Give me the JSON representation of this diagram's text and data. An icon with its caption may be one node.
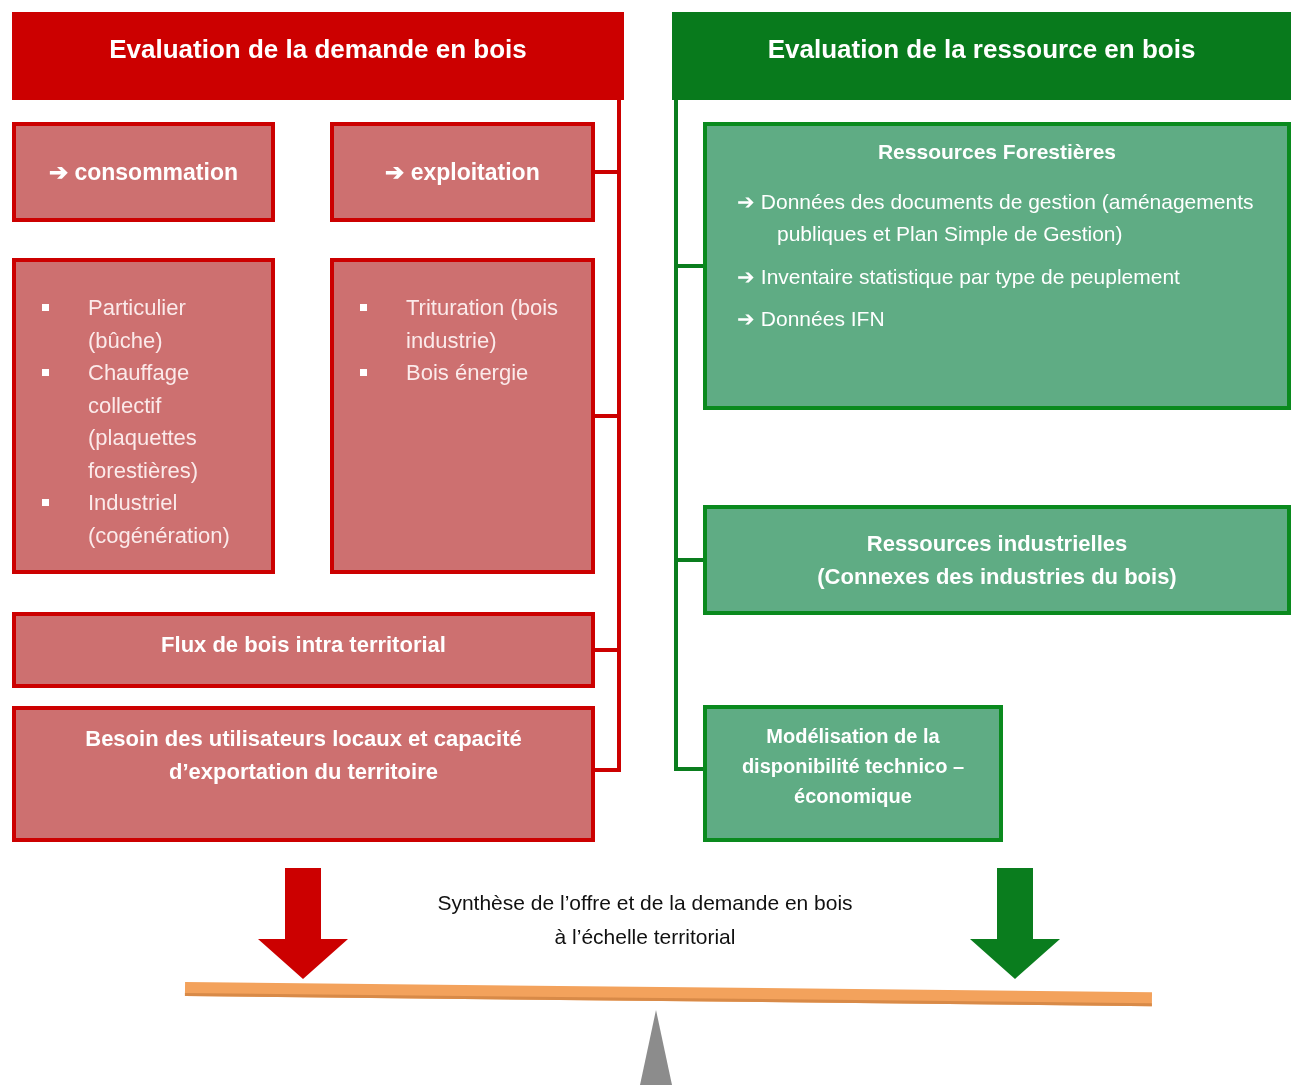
{
  "diagram": {
    "nodes": [
      {
        "text": [
          "Evaluation de la demande en bois"
        ]
      },
      {
        "text": [
          "➔ consommation"
        ]
      },
      {
        "text": [
          "➔ exploitation"
        ]
      },
      {
        "text": [
          "Particulier (bûche)",
          "Chauffage collectif (plaquettes forestières)",
          "Industriel (cogénération)"
        ]
      },
      {
        "text": [
          "Trituration  (bois industrie)",
          "Bois énergie"
        ]
      },
      {
        "text": [
          "Flux de bois intra territorial"
        ]
      },
      {
        "text": [
          "Besoin des utilisateurs locaux et capacité d’exportation du territoire"
        ]
      },
      {
        "text": [
          "Evaluation de la ressource en bois"
        ]
      },
      {
        "text": [
          "Ressources Forestières",
          "➔ Données des documents de gestion (aménagements publiques et  Plan Simple de Gestion)",
          "➔ Inventaire statistique par type de peuplement",
          "➔ Données IFN"
        ]
      },
      {
        "text": [
          "Ressources industrielles",
          "(Connexes des industries du bois)"
        ]
      },
      {
        "text": [
          "Modélisation de la disponibilité technico – économique"
        ]
      },
      {
        "text": [],
        "shape": "bar"
      },
      {
        "text": [],
        "shape": "triangle"
      }
    ],
    "edges": [
      {
        "from": 0,
        "to": 2,
        "arrow": "none",
        "color": "#cc0000"
      },
      {
        "from": 0,
        "to": 4,
        "arrow": "none",
        "color": "#cc0000"
      },
      {
        "from": 0,
        "to": 5,
        "arrow": "none",
        "color": "#cc0000"
      },
      {
        "from": 0,
        "to": 6,
        "arrow": "none",
        "color": "#cc0000"
      },
      {
        "from": 7,
        "to": 8,
        "arrow": "none",
        "color": "#0a7d1e"
      },
      {
        "from": 7,
        "to": 9,
        "arrow": "none",
        "color": "#0a7d1e"
      },
      {
        "from": 7,
        "to": 10,
        "arrow": "none",
        "color": "#0a7d1e"
      },
      {
        "from": null,
        "to": 11,
        "arrow": "to",
        "style": "thick",
        "color": "#cc0000"
      },
      {
        "from": null,
        "to": 11,
        "arrow": "to",
        "style": "thick",
        "color": "#0a7d1e"
      }
    ],
    "labels": [
      "Synthèse de l’offre et de la demande en bois à l’échelle territorial"
    ]
  }
}
